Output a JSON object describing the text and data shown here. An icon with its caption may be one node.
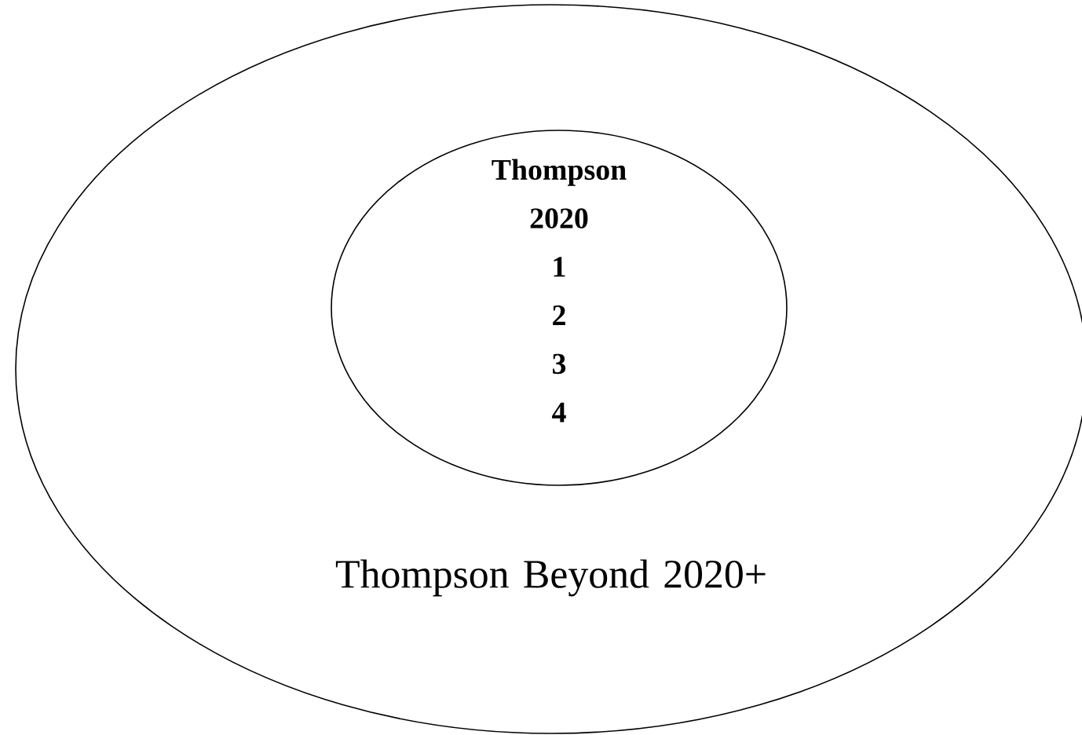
{
  "diagram": {
    "nodes": [
      {
        "text": [
          "Thompson Beyond 2020+"
        ]
      },
      {
        "text": [
          "Thompson 2020",
          "1",
          "2",
          "3",
          "4"
        ],
        "in": 0
      }
    ]
  }
}
